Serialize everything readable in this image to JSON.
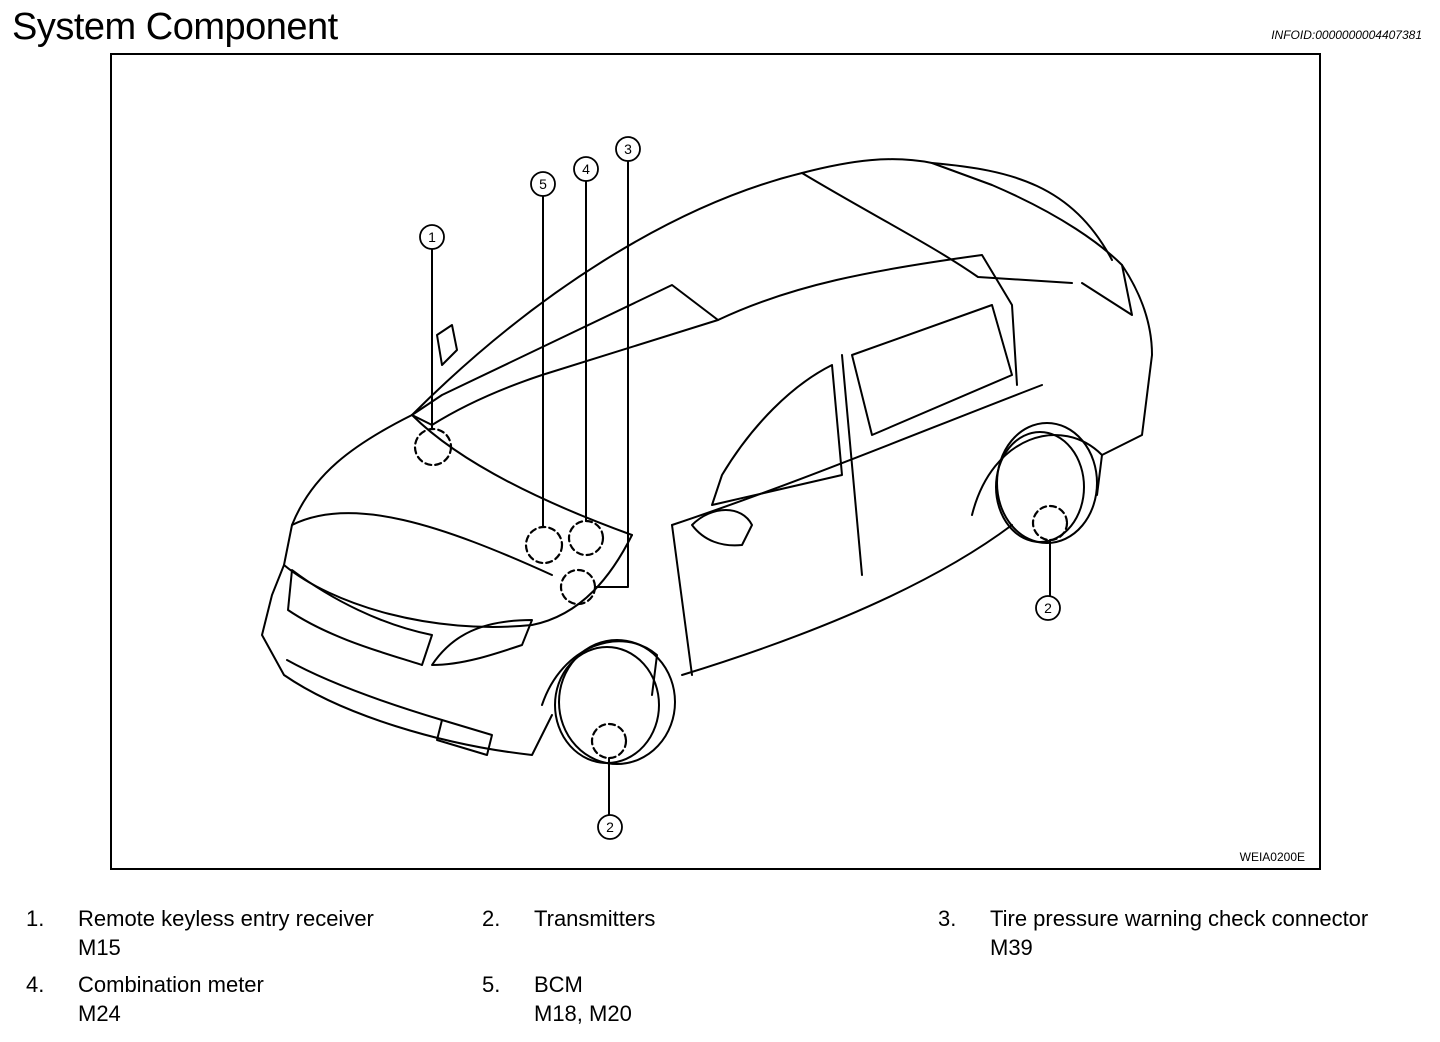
{
  "header": {
    "title": "System Component",
    "info_id": "INFOID:0000000004407381"
  },
  "figure": {
    "code": "WEIA0200E",
    "callouts": [
      "1",
      "2",
      "2",
      "3",
      "4",
      "5"
    ]
  },
  "legend": [
    {
      "number": "1.",
      "name": "Remote keyless entry receiver",
      "connector": "M15"
    },
    {
      "number": "2.",
      "name": "Transmitters",
      "connector": ""
    },
    {
      "number": "3.",
      "name": "Tire pressure warning check connector",
      "connector": "M39"
    },
    {
      "number": "4.",
      "name": "Combination meter",
      "connector": "M24"
    },
    {
      "number": "5.",
      "name": "BCM",
      "connector": "M18, M20"
    }
  ]
}
